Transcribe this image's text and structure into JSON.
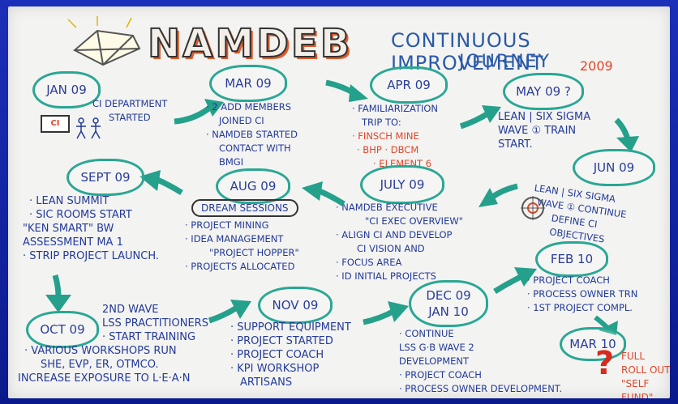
{
  "title": {
    "logo": "NAMDEB",
    "subtitle": "CONTINUOUS IMPROVEMENT",
    "journey": "JOURNEY",
    "year": "2009"
  },
  "milestones": {
    "jan09": {
      "label": "JAN 09",
      "lines": [
        "CI DEPARTMENT",
        "STARTED"
      ],
      "badge": "CI"
    },
    "mar09": {
      "label": "MAR 09",
      "lines": [
        "· 2 ADD MEMBERS",
        "JOINED CI",
        "· NAMDEB STARTED",
        "CONTACT WITH",
        "BMGI"
      ]
    },
    "apr09": {
      "label": "APR 09",
      "lines": [
        "· FAMILIARIZATION",
        "TRIP TO:"
      ],
      "red_lines": [
        "· FINSCH MINE",
        "· BHP · DBCM",
        "· ELEMENT 6"
      ]
    },
    "may09": {
      "label": "MAY 09 ?",
      "lines": [
        "LEAN | SIX SIGMA",
        "WAVE ① TRAIN",
        "START."
      ]
    },
    "jun09": {
      "label": "JUN 09",
      "lines": [
        "LEAN | SIX SIGMA",
        "WAVE ① CONTINUE",
        "DEFINE CI",
        "OBJECTIVES"
      ]
    },
    "jul09": {
      "label": "JULY 09",
      "lines": [
        "· NAMDEB EXECUTIVE",
        "\"CI EXEC OVERVIEW\"",
        "· ALIGN CI AND DEVELOP",
        "CI VISION AND",
        "· FOCUS AREA",
        "· ID INITIAL PROJECTS"
      ]
    },
    "aug09": {
      "label": "AUG 09",
      "session": "DREAM SESSIONS",
      "lines": [
        "· PROJECT MINING",
        "· IDEA MANAGEMENT",
        "\"PROJECT HOPPER\"",
        "· PROJECTS ALLOCATED"
      ]
    },
    "sep09": {
      "label": "SEPT 09",
      "lines": [
        "· LEAN SUMMIT",
        "· SIC ROOMS START",
        "\"KEN SMART\" BW",
        "ASSESSMENT MA 1",
        "· STRIP PROJECT LAUNCH."
      ]
    },
    "oct09": {
      "label": "OCT 09",
      "lines": [
        "2ND WAVE",
        "LSS PRACTITIONERS",
        "· START TRAINING",
        "· VARIOUS WORKSHOPS RUN",
        "SHE, EVP, ER, OTMCo.",
        "INCREASE EXPOSURE TO L·E·A·N"
      ]
    },
    "nov09": {
      "label": "NOV 09",
      "lines": [
        "· SUPPORT EQUIPMENT",
        "· PROJECT STARTED",
        "· PROJECT COACH",
        "· KPI WORKSHOP",
        "ARTISANS"
      ]
    },
    "dec09": {
      "label": "DEC 09 JAN 10",
      "lines": [
        "· CONTINUE",
        "LSS G·B WAVE 2",
        "DEVELOPMENT",
        "· PROJECT COACH",
        "· PROCESS OWNER DEVELOPMENT."
      ]
    },
    "feb10": {
      "label": "FEB 10",
      "lines": [
        "· PROJECT COACH",
        "· PROCESS OWNER TRN",
        "· 1ST PROJECT COMPL."
      ]
    },
    "mar10": {
      "label": "MAR 10",
      "lines": [
        "FULL",
        "ROLL OUT",
        "\"SELF",
        "FUND\""
      ]
    }
  },
  "colors": {
    "frame": "#0a1a8c",
    "board": "#f3f3f1",
    "cloud": "#29a794",
    "ink": "#233a9a",
    "accent": "#e0462a"
  }
}
